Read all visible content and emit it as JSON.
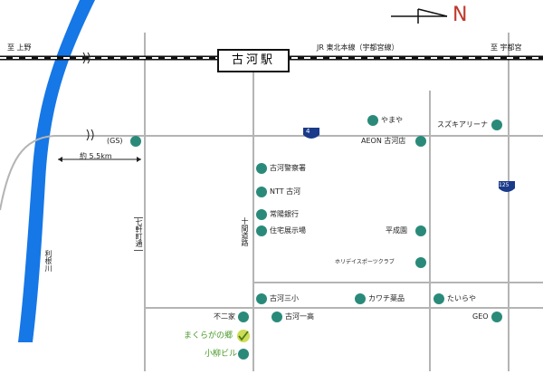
{
  "north_marker": "N",
  "station_name": "古河駅",
  "rail_labels": {
    "left": "至 上野",
    "center": "JR 東北本線（宇都宮線）",
    "right": "至 宇都宮"
  },
  "route_shields": [
    {
      "name": "route-4-shield",
      "number": "4"
    },
    {
      "name": "route-125-shield",
      "number": "125"
    }
  ],
  "distance_label": "約 5.5km",
  "road_names": {
    "shichiken": "七軒町通",
    "juumonji": "十間道路"
  },
  "river_name": "利根川",
  "landmarks": [
    {
      "id": "gs",
      "label": "(GS)"
    },
    {
      "id": "yamaya",
      "label": "やまや"
    },
    {
      "id": "suzuki-arena",
      "label": "スズキアリーナ"
    },
    {
      "id": "aeon",
      "label": "AEON  古河店"
    },
    {
      "id": "police",
      "label": "古河警察署"
    },
    {
      "id": "ntt",
      "label": "NTT 古河"
    },
    {
      "id": "joyo-bank",
      "label": "常陽銀行"
    },
    {
      "id": "housing-expo",
      "label": "住宅展示場"
    },
    {
      "id": "heiseien",
      "label": "平成園"
    },
    {
      "id": "holiday-sports",
      "label": "ホリデイスポーツクラブ"
    },
    {
      "id": "koga-sansho",
      "label": "古河三小"
    },
    {
      "id": "kawachi",
      "label": "カワチ薬品"
    },
    {
      "id": "tairaya",
      "label": "たいらや"
    },
    {
      "id": "funiya",
      "label": "不二家"
    },
    {
      "id": "koga-ikko",
      "label": "古河一高"
    },
    {
      "id": "geo",
      "label": "GEO"
    },
    {
      "id": "makuragaoka",
      "label": "まくらがの郷"
    },
    {
      "id": "koyanagi",
      "label": "小柳ビル"
    }
  ],
  "colors": {
    "river": "#1677e6",
    "marker": "#2a8a7a",
    "route_shield": "#1a3a8a",
    "destination_marker": "#cddd55",
    "green_text": "#4a9a2a"
  }
}
